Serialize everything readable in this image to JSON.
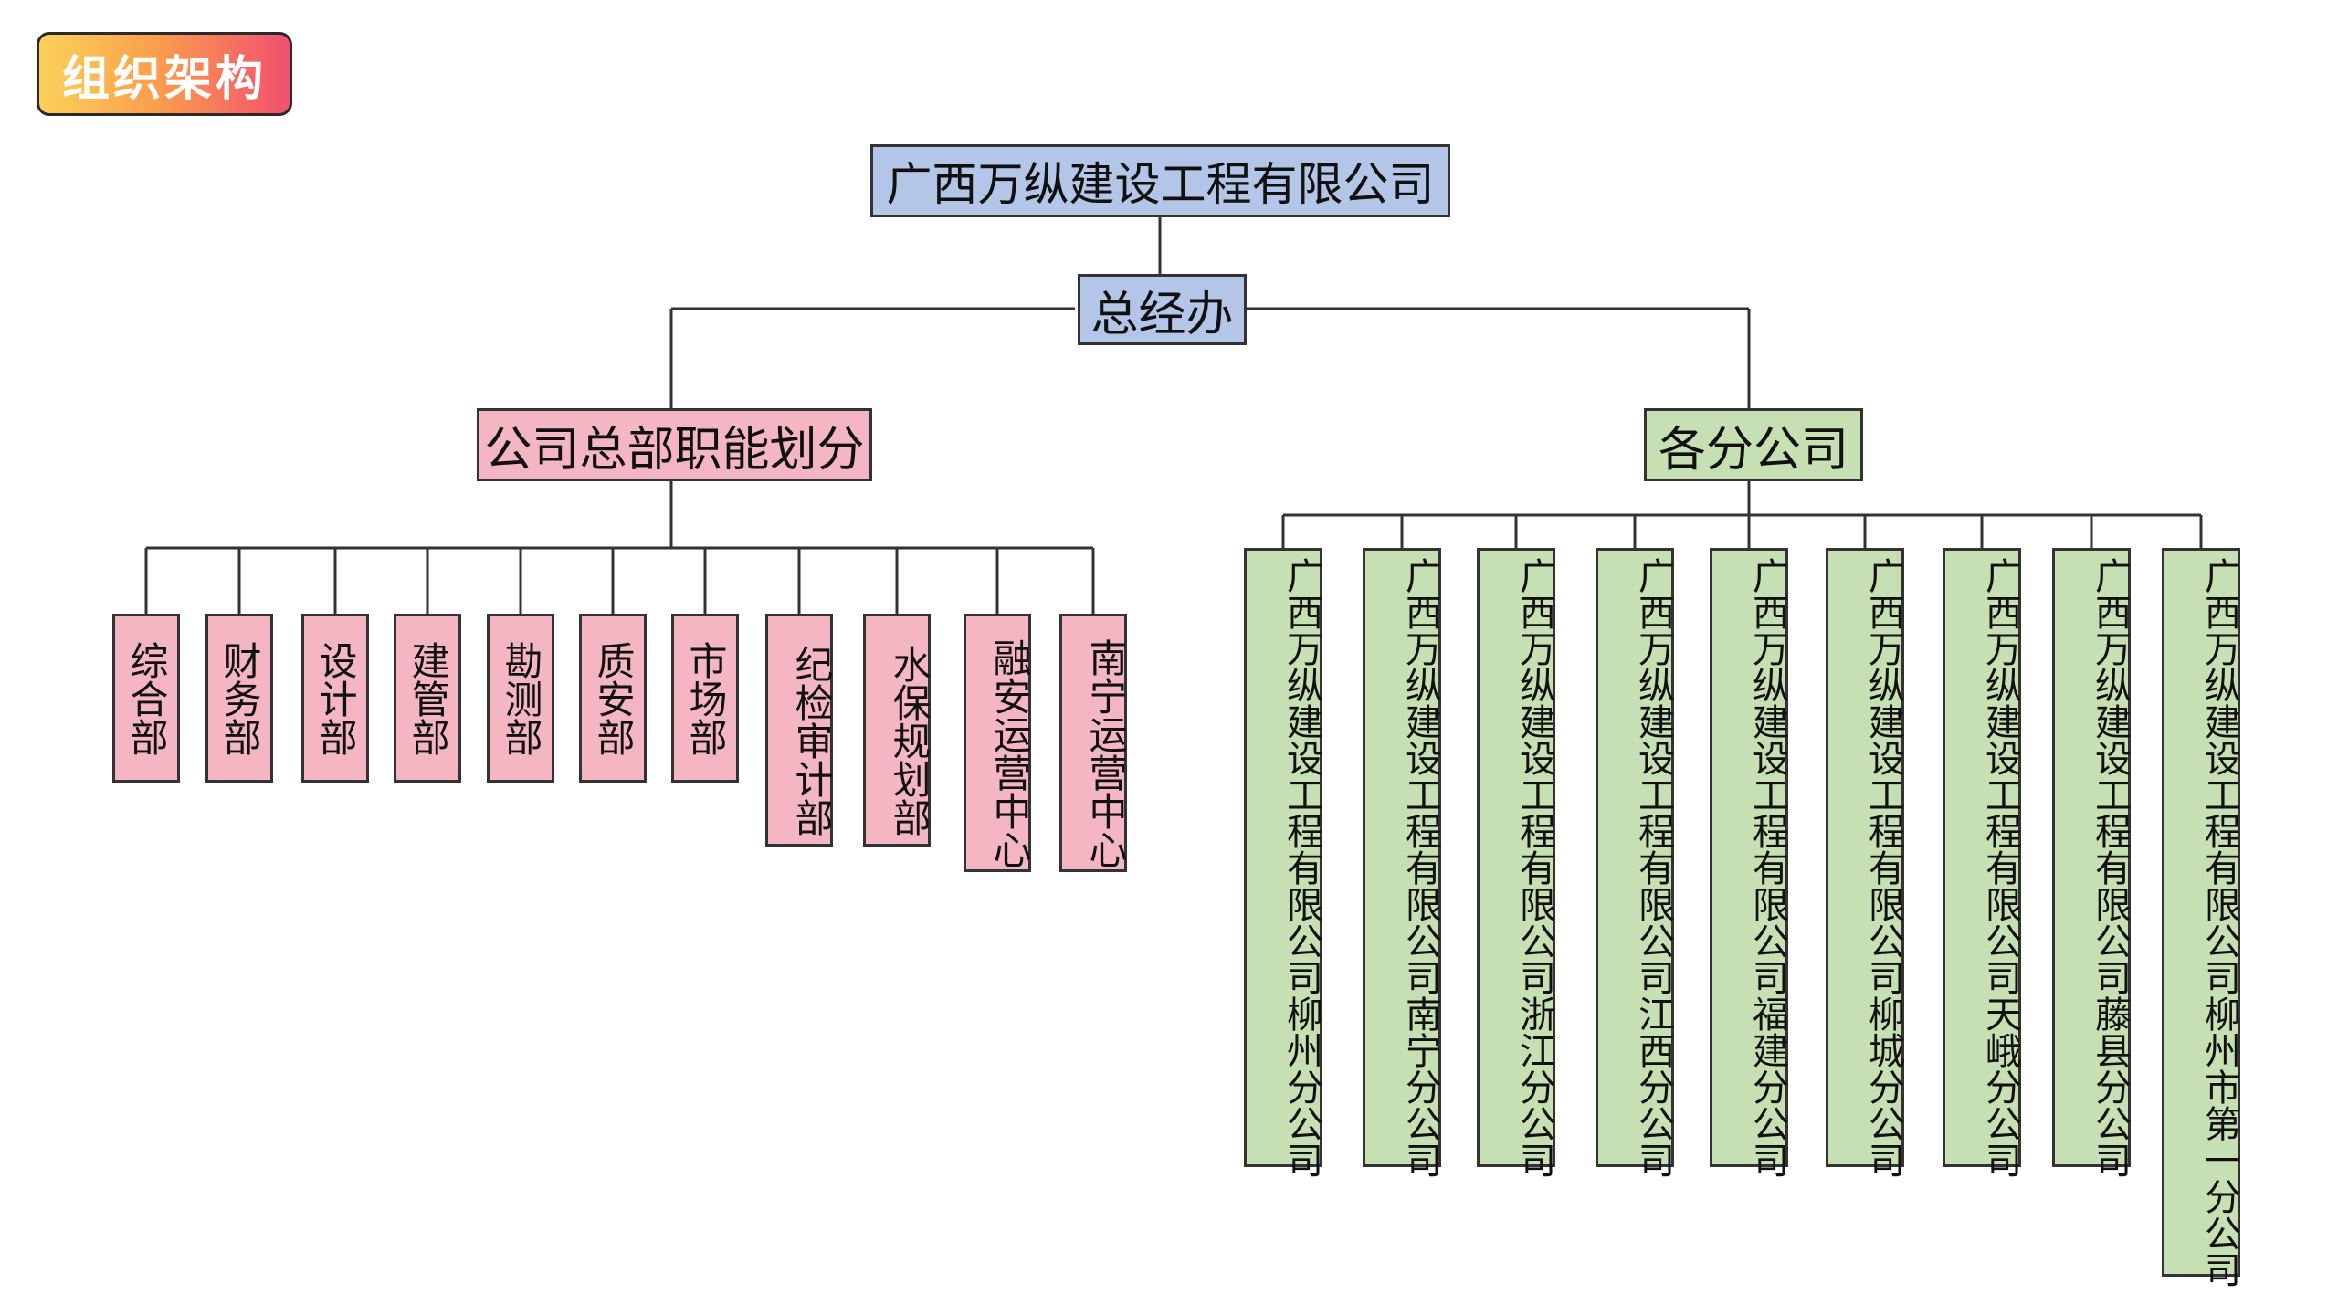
{
  "header": {
    "title": "组织架构"
  },
  "org": {
    "root": "广西万纵建设工程有限公司",
    "office": "总经办",
    "left_branch": "公司总部职能划分",
    "right_branch": "各分公司",
    "departments": [
      "综合部",
      "财务部",
      "设计部",
      "建管部",
      "勘测部",
      "质安部",
      "市场部",
      "纪检审计部",
      "水保规划部",
      "融安运营中心",
      "南宁运营中心"
    ],
    "branches": [
      "广西万纵建设工程有限公司柳州分公司",
      "广西万纵建设工程有限公司南宁分公司",
      "广西万纵建设工程有限公司浙江分公司",
      "广西万纵建设工程有限公司江西分公司",
      "广西万纵建设工程有限公司福建分公司",
      "广西万纵建设工程有限公司柳城分公司",
      "广西万纵建设工程有限公司天峨分公司",
      "广西万纵建设工程有限公司藤县分公司",
      "广西万纵建设工程有限公司柳州市第一分公司"
    ]
  },
  "colors": {
    "root_fill": "#b4c6e7",
    "department_fill": "#f4b6c2",
    "branch_fill": "#c6e0b4",
    "line": "#333333"
  }
}
